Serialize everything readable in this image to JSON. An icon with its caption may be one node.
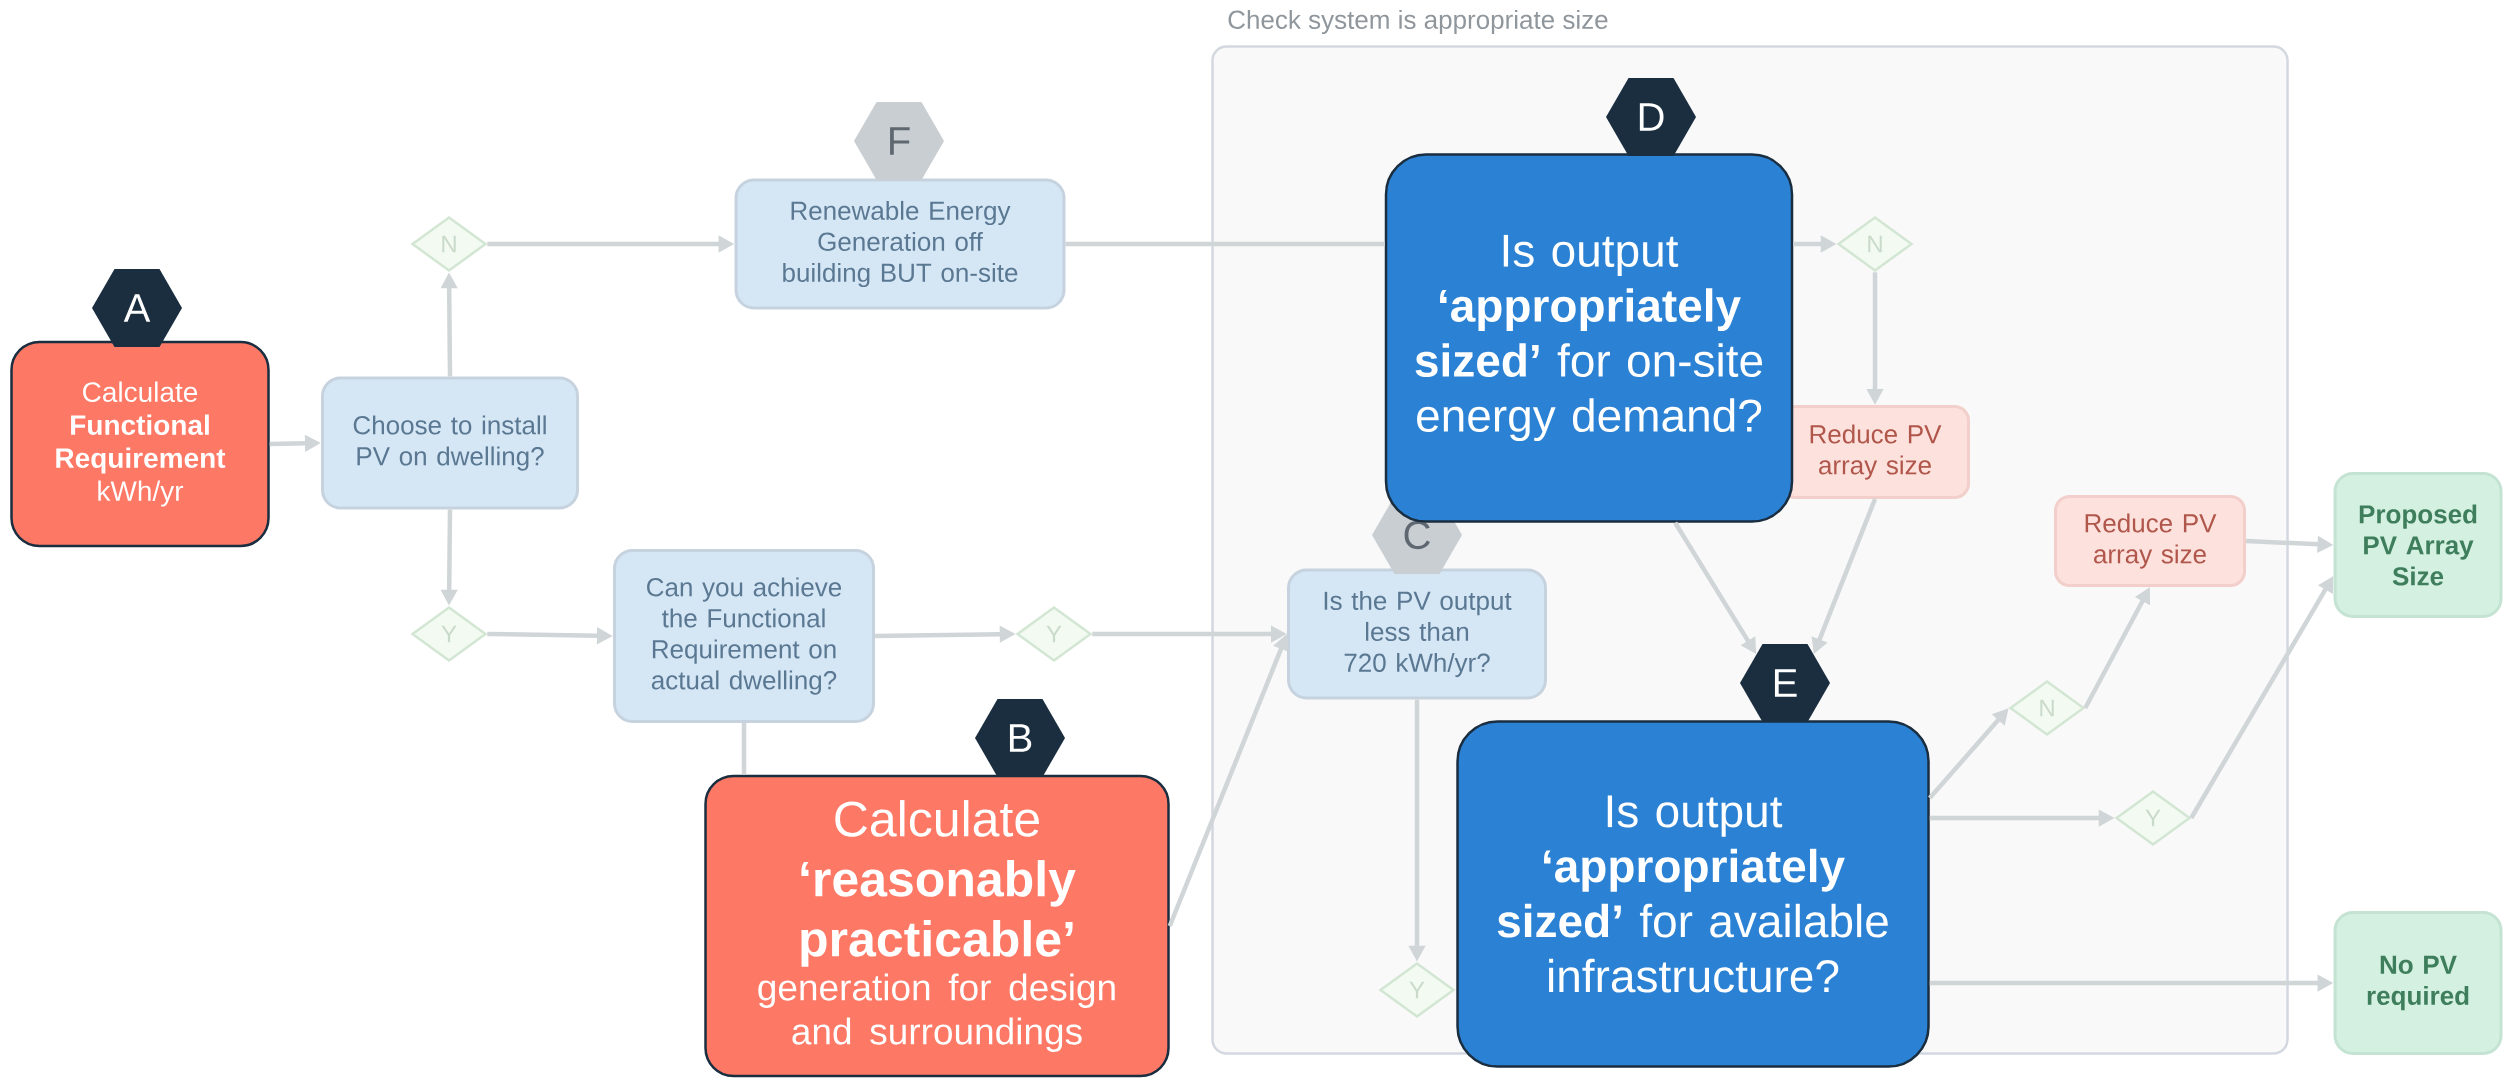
{
  "diagram": {
    "nodes": [
      {
        "text": [
          "A"
        ]
      },
      {
        "text": [
          "Calculate **Functional Requirement** kWh/yr"
        ]
      },
      {
        "text": [
          "N"
        ]
      },
      {
        "text": [
          "Choose to install PV on dwelling?"
        ]
      },
      {
        "text": [
          "Y"
        ]
      },
      {
        "text": [
          "F"
        ]
      },
      {
        "text": [
          "Renewable Energy Generation off building BUT on-site"
        ]
      },
      {
        "text": [
          "Can you achieve the Functional Requirement on actual dwelling?"
        ]
      },
      {
        "text": [
          "Y"
        ]
      },
      {
        "text": [
          "B"
        ]
      },
      {
        "text": [
          "Calculate **‘reasonably practicable’**",
          "generation for design and surroundings"
        ]
      },
      {
        "text": [
          "Check system is appropriate size"
        ]
      },
      {
        "text": [
          "C"
        ],
        "in": 11
      },
      {
        "text": [
          "Is the PV output less than 720 kWh/yr?"
        ],
        "in": 11
      },
      {
        "text": [
          "Y"
        ],
        "in": 11
      },
      {
        "text": [
          "D"
        ],
        "in": 11
      },
      {
        "text": [
          "Is output **‘appropriately sized’** for on-site energy demand?"
        ],
        "in": 11
      },
      {
        "text": [
          "N"
        ],
        "in": 11
      },
      {
        "text": [
          "Reduce PV array size"
        ],
        "in": 11
      },
      {
        "text": [
          "E"
        ],
        "in": 11
      },
      {
        "text": [
          "Is output **‘appropriately sized’** for available infrastructure?"
        ],
        "in": 11
      },
      {
        "text": [
          "N"
        ],
        "in": 11
      },
      {
        "text": [
          "Reduce PV array size"
        ],
        "in": 11
      },
      {
        "text": [
          "Y"
        ],
        "in": 11
      },
      {
        "text": [
          "Proposed PV Array Size"
        ]
      },
      {
        "text": [
          "No PV required"
        ]
      }
    ],
    "edges": [
      {
        "from": 1,
        "to": 3,
        "arrow": "to"
      },
      {
        "from": 3,
        "to": 2,
        "arrow": "to"
      },
      {
        "from": 3,
        "to": 4,
        "arrow": "to"
      },
      {
        "from": 2,
        "to": 6,
        "arrow": "to"
      },
      {
        "from": 4,
        "to": 7,
        "arrow": "to"
      },
      {
        "from": 7,
        "to": 8,
        "arrow": "to"
      },
      {
        "from": 8,
        "to": 13,
        "arrow": "to"
      },
      {
        "from": 7,
        "to": 10,
        "arrow": "none"
      },
      {
        "from": 10,
        "to": 13,
        "arrow": "to"
      },
      {
        "from": 6,
        "to": 16,
        "arrow": "none"
      },
      {
        "from": 16,
        "to": 17,
        "arrow": "to"
      },
      {
        "from": 17,
        "to": 18,
        "arrow": "to"
      },
      {
        "from": 16,
        "to": 19,
        "arrow": "to"
      },
      {
        "from": 18,
        "to": 19,
        "arrow": "to"
      },
      {
        "from": 13,
        "to": 14,
        "arrow": "to"
      },
      {
        "from": 20,
        "to": 21,
        "arrow": "to"
      },
      {
        "from": 20,
        "to": 23,
        "arrow": "to"
      },
      {
        "from": 21,
        "to": 22,
        "arrow": "to"
      },
      {
        "from": 22,
        "to": 24,
        "arrow": "to"
      },
      {
        "from": 23,
        "to": 24,
        "arrow": "to"
      },
      {
        "from": 20,
        "to": 25,
        "arrow": "to"
      }
    ]
  }
}
